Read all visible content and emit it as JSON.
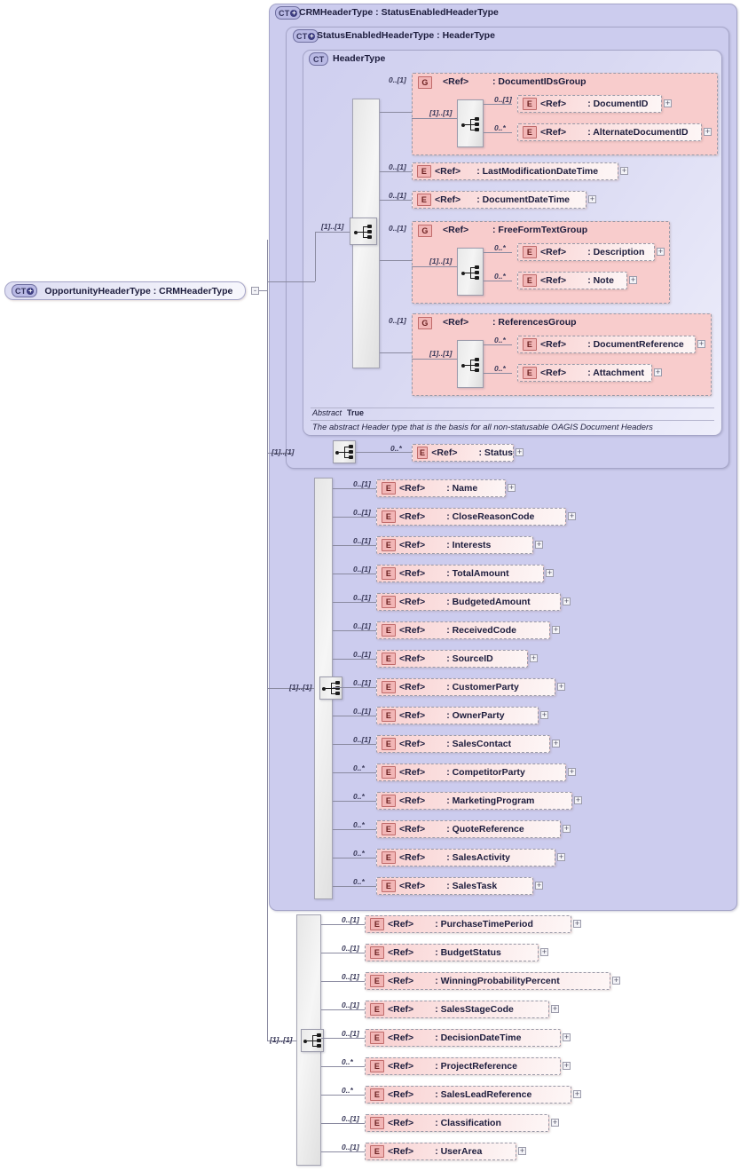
{
  "diagram": {
    "kind": "xsd-schema-diagram",
    "root": {
      "badge": "CT",
      "badge_expand": "+",
      "label": "OpportunityHeaderType : CRMHeaderType",
      "expander": "-"
    },
    "panels": [
      {
        "badge": "CT",
        "badge_expand": "+",
        "title": "CRMHeaderType : StatusEnabledHeaderType"
      },
      {
        "badge": "CT",
        "badge_expand": "+",
        "title": "StatusEnabledHeaderType : HeaderType"
      },
      {
        "badge": "CT",
        "badge_expand": "",
        "title": "HeaderType"
      }
    ],
    "annotation": {
      "abstract_key": "Abstract",
      "abstract_value": "True",
      "documentation": "The abstract Header type that is the basis for all non-statusable OAGIS Document Headers"
    },
    "ref_text": "<Ref>",
    "expand_glyph": "+",
    "groups": [
      {
        "badge": "G",
        "name": ": DocumentIDsGroup",
        "cardinality": "0..[1]",
        "inner_cardinality": "[1]..[1]",
        "children": [
          {
            "badge": "E",
            "name": ": DocumentID",
            "cardinality": "0..[1]"
          },
          {
            "badge": "E",
            "name": ": AlternateDocumentID",
            "cardinality": "0..*"
          }
        ]
      },
      {
        "badge": "G",
        "name": ": FreeFormTextGroup",
        "cardinality": "0..[1]",
        "inner_cardinality": "[1]..[1]",
        "children": [
          {
            "badge": "E",
            "name": ": Description",
            "cardinality": "0..*"
          },
          {
            "badge": "E",
            "name": ": Note",
            "cardinality": "0..*"
          }
        ]
      },
      {
        "badge": "G",
        "name": ": ReferencesGroup",
        "cardinality": "0..[1]",
        "inner_cardinality": "[1]..[1]",
        "children": [
          {
            "badge": "E",
            "name": ": DocumentReference",
            "cardinality": "0..*"
          },
          {
            "badge": "E",
            "name": ": Attachment",
            "cardinality": "0..*"
          }
        ]
      }
    ],
    "header_elements": [
      {
        "badge": "E",
        "name": ": LastModificationDateTime",
        "cardinality": "0..[1]"
      },
      {
        "badge": "E",
        "name": ": DocumentDateTime",
        "cardinality": "0..[1]"
      }
    ],
    "header_sequence_cardinality": "[1]..[1]",
    "status_sequence_cardinality": "[1]..[1]",
    "status_element": {
      "badge": "E",
      "name": ": Status",
      "cardinality": "0..*"
    },
    "crm_sequence_cardinality": "[1]..[1]",
    "crm_elements": [
      {
        "badge": "E",
        "name": ": Name",
        "cardinality": "0..[1]"
      },
      {
        "badge": "E",
        "name": ": CloseReasonCode",
        "cardinality": "0..[1]"
      },
      {
        "badge": "E",
        "name": ": Interests",
        "cardinality": "0..[1]"
      },
      {
        "badge": "E",
        "name": ": TotalAmount",
        "cardinality": "0..[1]"
      },
      {
        "badge": "E",
        "name": ": BudgetedAmount",
        "cardinality": "0..[1]"
      },
      {
        "badge": "E",
        "name": ": ReceivedCode",
        "cardinality": "0..[1]"
      },
      {
        "badge": "E",
        "name": ": SourceID",
        "cardinality": "0..[1]"
      },
      {
        "badge": "E",
        "name": ": CustomerParty",
        "cardinality": "0..[1]"
      },
      {
        "badge": "E",
        "name": ": OwnerParty",
        "cardinality": "0..[1]"
      },
      {
        "badge": "E",
        "name": ": SalesContact",
        "cardinality": "0..[1]"
      },
      {
        "badge": "E",
        "name": ": CompetitorParty",
        "cardinality": "0..*"
      },
      {
        "badge": "E",
        "name": ": MarketingProgram",
        "cardinality": "0..*"
      },
      {
        "badge": "E",
        "name": ": QuoteReference",
        "cardinality": "0..*"
      },
      {
        "badge": "E",
        "name": ": SalesActivity",
        "cardinality": "0..*"
      },
      {
        "badge": "E",
        "name": ": SalesTask",
        "cardinality": "0..*"
      }
    ],
    "opportunity_sequence_cardinality": "[1]..[1]",
    "opportunity_elements": [
      {
        "badge": "E",
        "name": ": PurchaseTimePeriod",
        "cardinality": "0..[1]"
      },
      {
        "badge": "E",
        "name": ": BudgetStatus",
        "cardinality": "0..[1]"
      },
      {
        "badge": "E",
        "name": ": WinningProbabilityPercent",
        "cardinality": "0..[1]"
      },
      {
        "badge": "E",
        "name": ": SalesStageCode",
        "cardinality": "0..[1]"
      },
      {
        "badge": "E",
        "name": ": DecisionDateTime",
        "cardinality": "0..[1]"
      },
      {
        "badge": "E",
        "name": ": ProjectReference",
        "cardinality": "0..*"
      },
      {
        "badge": "E",
        "name": ": SalesLeadReference",
        "cardinality": "0..*"
      },
      {
        "badge": "E",
        "name": ": Classification",
        "cardinality": "0..[1]"
      },
      {
        "badge": "E",
        "name": ": UserArea",
        "cardinality": "0..[1]"
      }
    ],
    "colors": {
      "panel_fill": "#ccccee",
      "panel_border": "#a5a5c8",
      "element_fill": "#f8cfcf",
      "element_border": "#9a9aa8",
      "group_fill": "#f8cccc",
      "badge_ct_fill": "#b9b9e4",
      "badge_e_fill": "#f2b6b6",
      "line": "#8a8aa0"
    }
  }
}
